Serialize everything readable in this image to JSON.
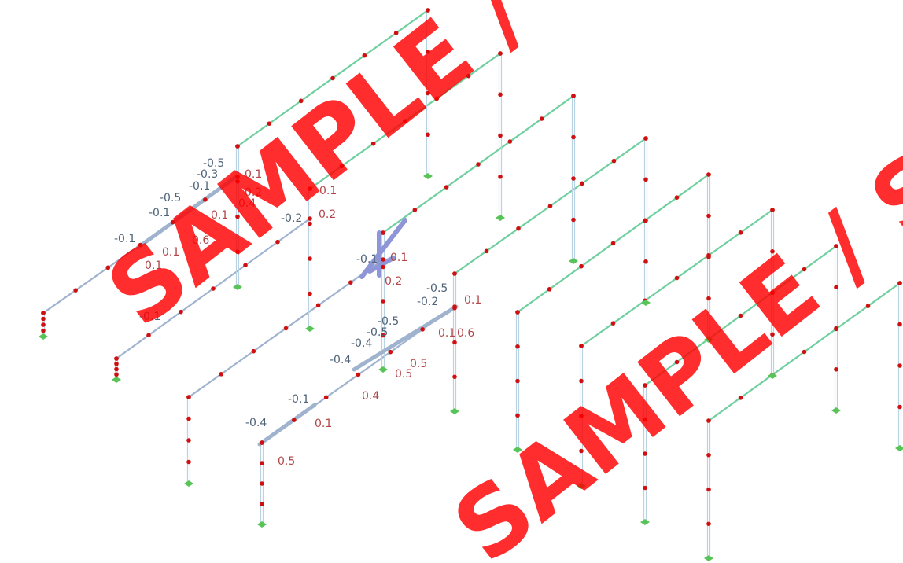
{
  "model": {
    "colors": {
      "column": "#b9d3e2",
      "rafter_green": "#6fcf9f",
      "rafter_blue": "#9fb3cf",
      "node": "#d01010",
      "support": "#58c458",
      "highlight": "#8f96d8"
    }
  },
  "watermark": {
    "text": "SAMPLE / SAMPLE / SAMPLE",
    "color": "#ff0000"
  },
  "labels": [
    {
      "text": "-0.5"
    },
    {
      "text": "-0.3"
    },
    {
      "text": "-0.1"
    },
    {
      "text": "0.1"
    },
    {
      "text": "0.2"
    },
    {
      "text": "-0.5"
    },
    {
      "text": "-0.1"
    },
    {
      "text": "0.4"
    },
    {
      "text": "0.1"
    },
    {
      "text": "-0.1"
    },
    {
      "text": "0.6"
    },
    {
      "text": "0.1"
    },
    {
      "text": "0.1"
    },
    {
      "text": "0.1"
    },
    {
      "text": "-0.2"
    },
    {
      "text": "0.2"
    },
    {
      "text": "-0.1"
    },
    {
      "text": "0.1"
    },
    {
      "text": "0.2"
    },
    {
      "text": "-0.1"
    },
    {
      "text": "-0.5"
    },
    {
      "text": "-0.2"
    },
    {
      "text": "0.1"
    },
    {
      "text": "-0.5"
    },
    {
      "text": "-0.5"
    },
    {
      "text": "0.1"
    },
    {
      "text": "0.6"
    },
    {
      "text": "-0.4"
    },
    {
      "text": "-0.4"
    },
    {
      "text": "0.5"
    },
    {
      "text": "0.5"
    },
    {
      "text": "0.4"
    },
    {
      "text": "-0.1"
    },
    {
      "text": "-0.4"
    },
    {
      "text": "0.1"
    },
    {
      "text": "0.5"
    }
  ]
}
